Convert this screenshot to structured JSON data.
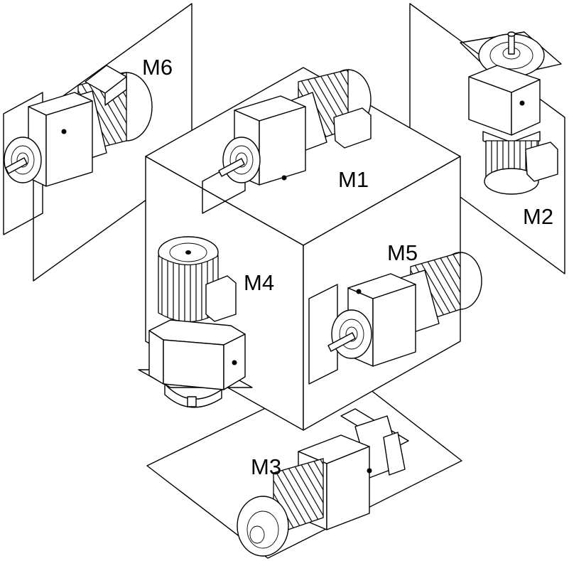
{
  "labels": {
    "m1": "M1",
    "m2": "M2",
    "m3": "M3",
    "m4": "M4",
    "m5": "M5",
    "m6": "M6"
  },
  "colors": {
    "line": "#000000",
    "background": "#ffffff"
  }
}
